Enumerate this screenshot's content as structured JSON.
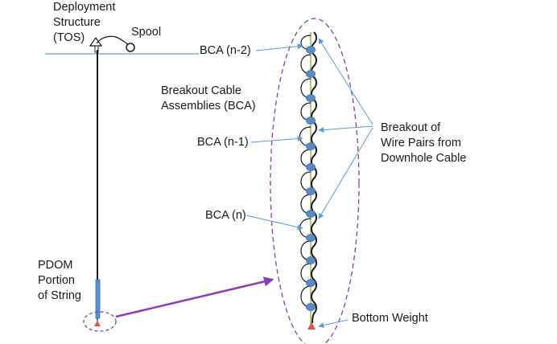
{
  "labels": {
    "deployment_structure": [
      "Deployment",
      "Structure",
      "(TOS)"
    ],
    "spool": "Spool",
    "pdom_portion": [
      "PDOM",
      "Portion",
      "of String"
    ],
    "breakout_cable_assemblies": [
      "Breakout Cable",
      "Assemblies (BCA)"
    ],
    "bca_n_minus_2": "BCA (n-2)",
    "bca_n_minus_1": "BCA (n-1)",
    "bca_n": "BCA (n)",
    "breakout_of_wire_pairs": [
      "Breakout of",
      "Wire Pairs from",
      "Downhole Cable"
    ],
    "bottom_weight": "Bottom Weight"
  },
  "colors": {
    "surface_line": "#7fb6d8",
    "string_cable": "#1a1a1a",
    "pdom_section": "#5b8fd0",
    "bca_node": "#5b8ac6",
    "bca_node_outline": "#3d6fa8",
    "leader_arrow": "#5b9bd5",
    "dashed_outline": "#8a3fb5",
    "zoom_arrow": "#8a3fb5",
    "bottom_weight": "#d9534f",
    "inner_cable": "#b8c97a"
  }
}
